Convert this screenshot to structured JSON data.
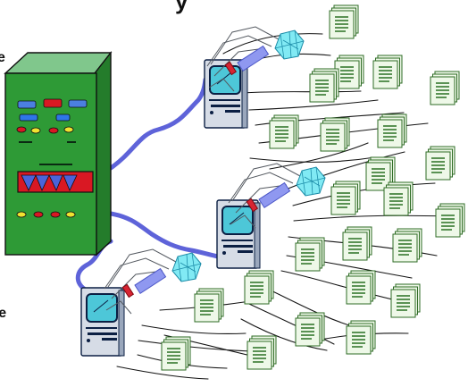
{
  "labels": {
    "title_fragment": "y",
    "left_top_fragment": "e",
    "left_bottom_fragment": "re"
  },
  "diagram": {
    "server": {
      "icon": "server-rack-icon",
      "body_color": "#2e9a36",
      "side_color": "#247c2b",
      "top_color": "#80c78c",
      "panel_color": "#d91823"
    },
    "clients": [
      {
        "icon": "computer-terminal-icon"
      },
      {
        "icon": "computer-terminal-icon"
      },
      {
        "icon": "computer-terminal-icon"
      }
    ],
    "client_colors": {
      "case": "#d6dce6",
      "screen": "#4dc7d8",
      "dark": "#0b1f43"
    },
    "cable_color": "#5e63d9",
    "document_icon": "document-stack-icon",
    "document_colors": {
      "page": "#eef8e8",
      "border": "#2e6b25",
      "lines": "#36792f"
    }
  }
}
